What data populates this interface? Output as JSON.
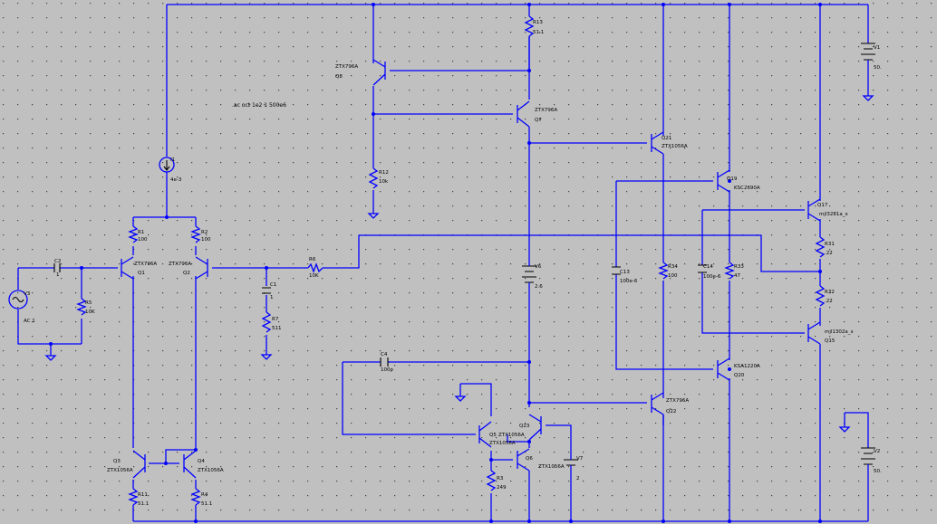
{
  "directive": ".ac oct 1e2 1 500e6",
  "components": {
    "R1": {
      "name": "R1",
      "value": "100"
    },
    "R2": {
      "name": "R2",
      "value": "100"
    },
    "R3": {
      "name": "R3",
      "value": "249"
    },
    "R4": {
      "name": "R4",
      "value": "51.1"
    },
    "R5": {
      "name": "R5",
      "value": "10K"
    },
    "R6": {
      "name": "R6",
      "value": "10K"
    },
    "R7": {
      "name": "R7",
      "value": "511"
    },
    "R11": {
      "name": "R11",
      "value": "51.1"
    },
    "R12": {
      "name": "R12",
      "value": "10k"
    },
    "R13": {
      "name": "R13",
      "value": "51.1"
    },
    "R31": {
      "name": "R31",
      "value": ".22"
    },
    "R32": {
      "name": "R32",
      "value": ".22"
    },
    "R33": {
      "name": "R33",
      "value": "47"
    },
    "R34": {
      "name": "R34",
      "value": "100"
    },
    "C1": {
      "name": "C1",
      "value": "1"
    },
    "C2": {
      "name": "C2",
      "value": "1"
    },
    "C4": {
      "name": "C4",
      "value": "100p"
    },
    "C13": {
      "name": "C13",
      "value": "100e-6"
    },
    "C14": {
      "name": "C14",
      "value": "100e-6"
    },
    "I1": {
      "name": "I1",
      "value": "4e-3"
    },
    "V1": {
      "name": "V1",
      "value": "50."
    },
    "V2": {
      "name": "V2",
      "value": "50."
    },
    "V3": {
      "name": "V3",
      "value": "AC 1"
    },
    "V6": {
      "name": "V6",
      "value": "2.6"
    },
    "V7": {
      "name": "V7",
      "value": "2"
    },
    "Q1": {
      "name": "Q1",
      "model": "ZTX796A"
    },
    "Q2": {
      "name": "Q2",
      "model": "ZTX796A"
    },
    "Q3": {
      "name": "Q3",
      "model": "ZTX1056A"
    },
    "Q4": {
      "name": "Q4",
      "model": "ZTX1056A"
    },
    "Q5": {
      "name": "Q5",
      "model": "ZTX1056A"
    },
    "Q6": {
      "name": "Q6",
      "model": "ZTX1056A"
    },
    "Q7": {
      "name": "Q7",
      "model": "ZTX796A"
    },
    "Q8": {
      "name": "Q8",
      "model": "ZTX796A"
    },
    "Q15": {
      "name": "Q15",
      "model": "mjl1302a_x"
    },
    "Q17": {
      "name": "Q17",
      "model": "mjl3281a_x"
    },
    "Q19": {
      "name": "Q19",
      "model": "KSC2690A"
    },
    "Q20": {
      "name": "Q20",
      "model": "KSA1220A"
    },
    "Q21": {
      "name": "Q21",
      "model": "ZTX1056A"
    },
    "Q22": {
      "name": "Q22",
      "model": "ZTX796A"
    },
    "Q23": {
      "name": "Q23",
      "model": "ZTX1056A"
    }
  }
}
